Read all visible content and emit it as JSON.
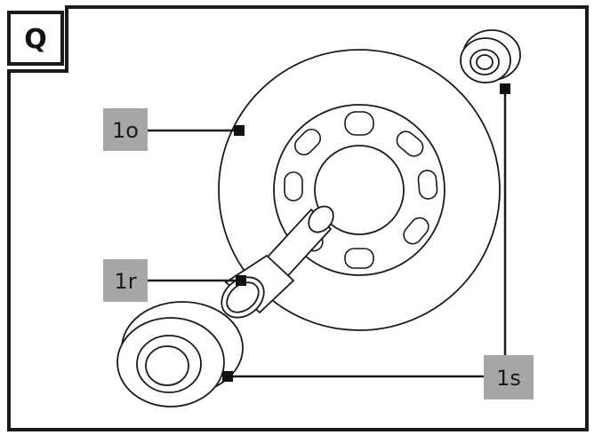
{
  "panel": {
    "letter": "Q"
  },
  "labels": {
    "wheel": "1o",
    "axle": "1r",
    "bearing": "1s"
  },
  "colors": {
    "line": "#1a1a1a",
    "label_bg": "#a7a7a7",
    "background": "#ffffff"
  }
}
